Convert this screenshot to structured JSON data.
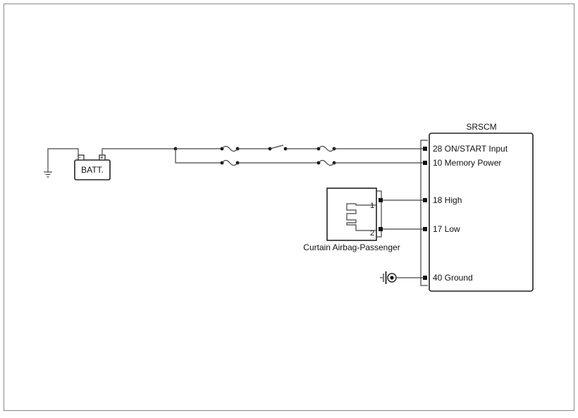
{
  "colors": {
    "wire": "#444444",
    "outline": "#222222",
    "frame": "#888888",
    "background": "#ffffff"
  },
  "battery": {
    "label": "BATT.",
    "neg_symbol": "-",
    "pos_symbol": "+"
  },
  "srscm": {
    "title": "SRSCM",
    "pins": {
      "on_start": "28 ON/START Input",
      "memory_power": "10 Memory Power",
      "high": "18 High",
      "low": "17 Low",
      "ground": "40 Ground"
    }
  },
  "airbag": {
    "label": "Curtain Airbag-Passenger",
    "pin_1": "1",
    "pin_2": "2"
  },
  "icons": [
    "ground-icon",
    "fuse-icon",
    "switch-icon",
    "squib-coil-icon",
    "body-ground-icon"
  ]
}
